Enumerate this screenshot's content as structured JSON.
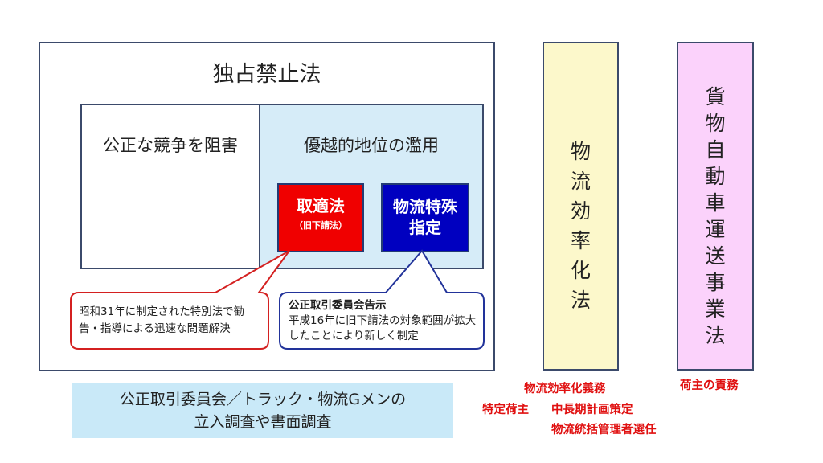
{
  "main": {
    "title": "独占禁止法",
    "fair_competition": "公正な競争を阻害",
    "abuse": "優越的地位の濫用",
    "subcontract": {
      "line1": "取適法",
      "line2": "（旧下請法）"
    },
    "logistics_designation": "物流特殊指定"
  },
  "callouts": {
    "red": "昭和31年に制定された特別法で勧告・指導による迅速な問題解決",
    "blue_title": "公正取引委員会告示",
    "blue_body": "平成16年に旧下請法の対象範囲が拡大したことにより新しく制定"
  },
  "bottom_box": {
    "line1": "公正取引委員会／トラック・物流Gメンの",
    "line2": "立入調査や書面調査"
  },
  "laws": {
    "efficiency": "物流効率化法",
    "trucking": "貨物自動車運送事業法"
  },
  "obligations": {
    "efficiency_duty": "物流効率化義務",
    "designated_shipper": "特定荷主",
    "mid_long_plan": "中長期計画策定",
    "logistics_manager": "物流統括管理者選任",
    "shipper_duty": "荷主の責務"
  },
  "colors": {
    "frame": "#3b4a6b",
    "abuse_bg": "#d6ecf8",
    "subcontract_bg": "#f00000",
    "logistics_bg": "#0000c0",
    "efficiency_bg": "#fcf8cb",
    "trucking_bg": "#fbd2fb",
    "bottom_bg": "#c9e9f8",
    "obligation_text": "#e01010"
  }
}
